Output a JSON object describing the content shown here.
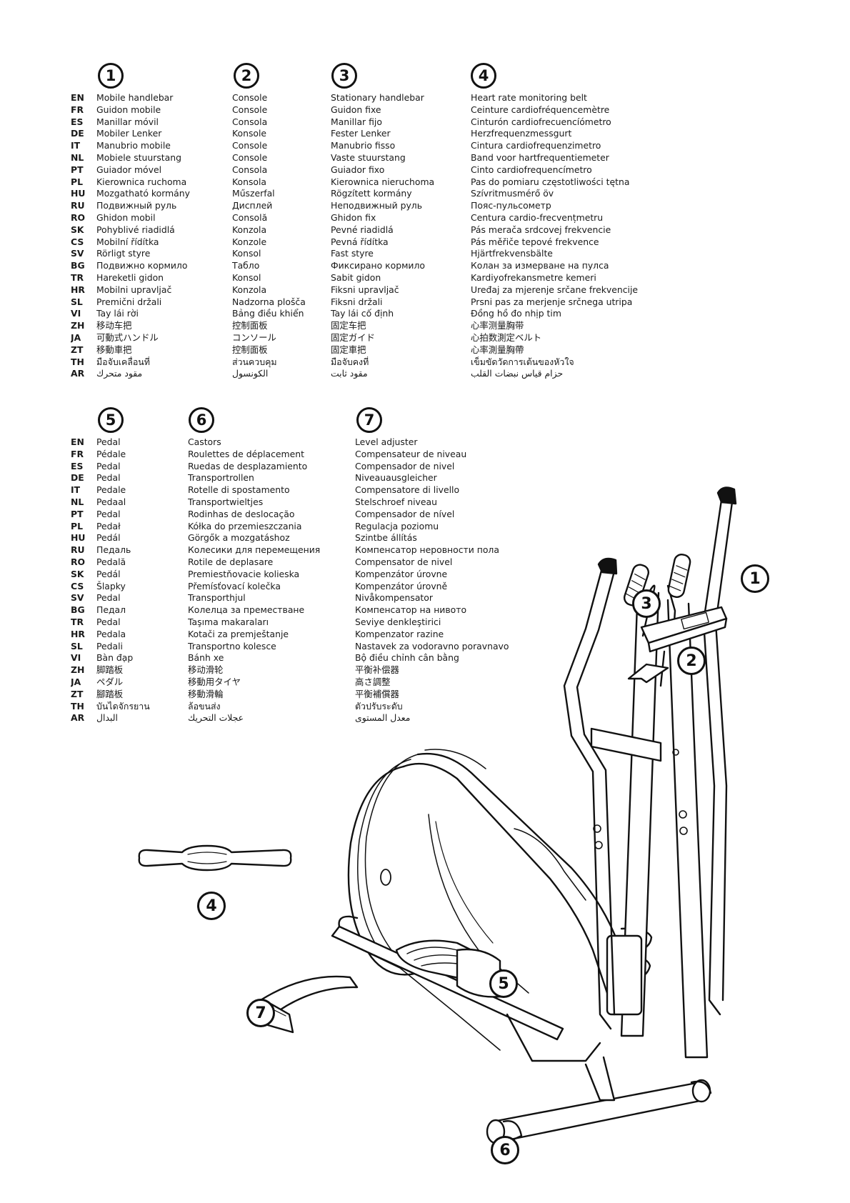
{
  "parts_top": [
    {
      "num": "1",
      "items": [
        "Mobile handlebar",
        "Guidon mobile",
        "Manillar móvil",
        "Mobiler Lenker",
        "Manubrio mobile",
        "Mobiele stuurstang",
        "Guiador móvel",
        "Kierownica ruchoma",
        "Mozgatható kormány",
        "Подвижный руль",
        "Ghidon mobil",
        "Pohyblivé riadidlá",
        "Mobilní řídítka",
        "Rörligt styre",
        "Подвижно кормило",
        "Hareketli gidon",
        "Mobilni upravljač",
        "Premični držali",
        "Tay lái rời",
        "移动车把",
        "可動式ハンドル",
        "移動車把",
        "มือจับเคลื่อนที่",
        "مقود متحرك"
      ]
    },
    {
      "num": "2",
      "items": [
        "Console",
        "Console",
        "Consola",
        "Konsole",
        "Console",
        "Console",
        "Consola",
        "Konsola",
        "Műszerfal",
        "Дисплей",
        "Consolă",
        "Konzola",
        "Konzole",
        "Konsol",
        "Табло",
        "Konsol",
        "Konzola",
        "Nadzorna plošča",
        "Bảng điều khiển",
        "控制面板",
        "コンソール",
        "控制面板",
        "ส่วนควบคุม",
        "الكونسول"
      ]
    },
    {
      "num": "3",
      "items": [
        "Stationary handlebar",
        "Guidon fixe",
        "Manillar fijo",
        "Fester Lenker",
        "Manubrio fisso",
        "Vaste stuurstang",
        "Guiador fixo",
        "Kierownica nieruchoma",
        "Rögzített kormány",
        "Неподвижный руль",
        "Ghidon fix",
        "Pevné riadidlá",
        "Pevná řídítka",
        "Fast styre",
        "Фиксирано кормило",
        "Sabit gidon",
        "Fiksni upravljač",
        "Fiksni držali",
        "Tay lái cố định",
        "固定车把",
        "固定ガイド",
        "固定車把",
        "มือจับคงที่",
        "مقود ثابت"
      ]
    },
    {
      "num": "4",
      "items": [
        "Heart rate monitoring belt",
        "Ceinture cardiofréquencemètre",
        "Cinturón cardiofrecuencíómetro",
        "Herzfrequenzmessgurt",
        "Cintura cardiofrequenzimetro",
        "Band voor hartfrequentiemeter",
        "Cinto cardiofrequencímetro",
        "Pas do pomiaru częstotliwości tętna",
        "Szívritmusmérő öv",
        "Пояс-пульсометр",
        "Centura cardio-frecvențmetru",
        "Pás merača srdcovej frekvencie",
        "Pás měřiče tepové frekvence",
        "Hjärtfrekvensbälte",
        "Колан за измерване на пулса",
        "Kardiyofrekansmetre kemeri",
        "Uređaj za mjerenje srčane frekvencije",
        "Prsni pas za merjenje srčnega utripa",
        "Đồng hồ đo nhịp tim",
        "心率测量胸带",
        "心拍数測定ベルト",
        "心率測量胸帶",
        "เข็มขัดวัดการเต้นของหัวใจ",
        "حزام قياس نبضات القلب"
      ]
    }
  ],
  "parts_bottom": [
    {
      "num": "5",
      "items": [
        "Pedal",
        "Pédale",
        "Pedal",
        "Pedal",
        "Pedale",
        "Pedaal",
        "Pedal",
        "Pedał",
        "Pedál",
        "Педаль",
        "Pedală",
        "Pedál",
        "Šlapky",
        "Pedal",
        "Педал",
        "Pedal",
        "Pedala",
        "Pedali",
        "Bàn đạp",
        "脚踏板",
        "ペダル",
        "腳踏板",
        "บันไดจักรยาน",
        "البدال"
      ]
    },
    {
      "num": "6",
      "items": [
        "Castors",
        "Roulettes de déplacement",
        "Ruedas de desplazamiento",
        "Transportrollen",
        "Rotelle di spostamento",
        "Transportwieltjes",
        "Rodinhas de deslocação",
        "Kółka do przemieszczania",
        "Görgők a mozgatáshoz",
        "Колесики для перемещения",
        "Rotile de deplasare",
        "Premiestňovacie kolieska",
        "Přemísťovací kolečka",
        "Transporthjul",
        "Колелца за преместване",
        "Taşıma makaraları",
        "Kotači za premještanje",
        "Transportno kolesce",
        "Bánh xe",
        "移动滑轮",
        "移動用タイヤ",
        "移動滑輪",
        "ล้อขนส่ง",
        "عجلات التحريك"
      ]
    },
    {
      "num": "7",
      "items": [
        "Level adjuster",
        "Compensateur de niveau",
        "Compensador de nivel",
        "Niveauausgleicher",
        "Compensatore di livello",
        "Stelschroef niveau",
        "Compensador de nível",
        "Regulacja poziomu",
        "Szintbe állítás",
        "Компенсатор неровности пола",
        "Compensator de nivel",
        "Kompenzátor úrovne",
        "Kompenzátor úrovně",
        "Nivåkompensator",
        "Компенсатор на нивото",
        "Seviye denkleştirici",
        "Kompenzator razine",
        "Nastavek za vodoravno poravnavo",
        "Bộ điều chỉnh cân bằng",
        "平衡补偿器",
        "高さ調整",
        "平衡補償器",
        "ตัวปรับระดับ",
        "معدل المستوى"
      ]
    }
  ],
  "language_codes": [
    "EN",
    "FR",
    "ES",
    "DE",
    "IT",
    "NL",
    "PT",
    "PL",
    "HU",
    "RU",
    "RO",
    "SK",
    "CS",
    "SV",
    "BG",
    "TR",
    "HR",
    "SL",
    "VI",
    "ZH",
    "JA",
    "ZT",
    "TH",
    "AR"
  ],
  "callouts": [
    "1",
    "2",
    "3",
    "4",
    "5",
    "6",
    "7"
  ]
}
